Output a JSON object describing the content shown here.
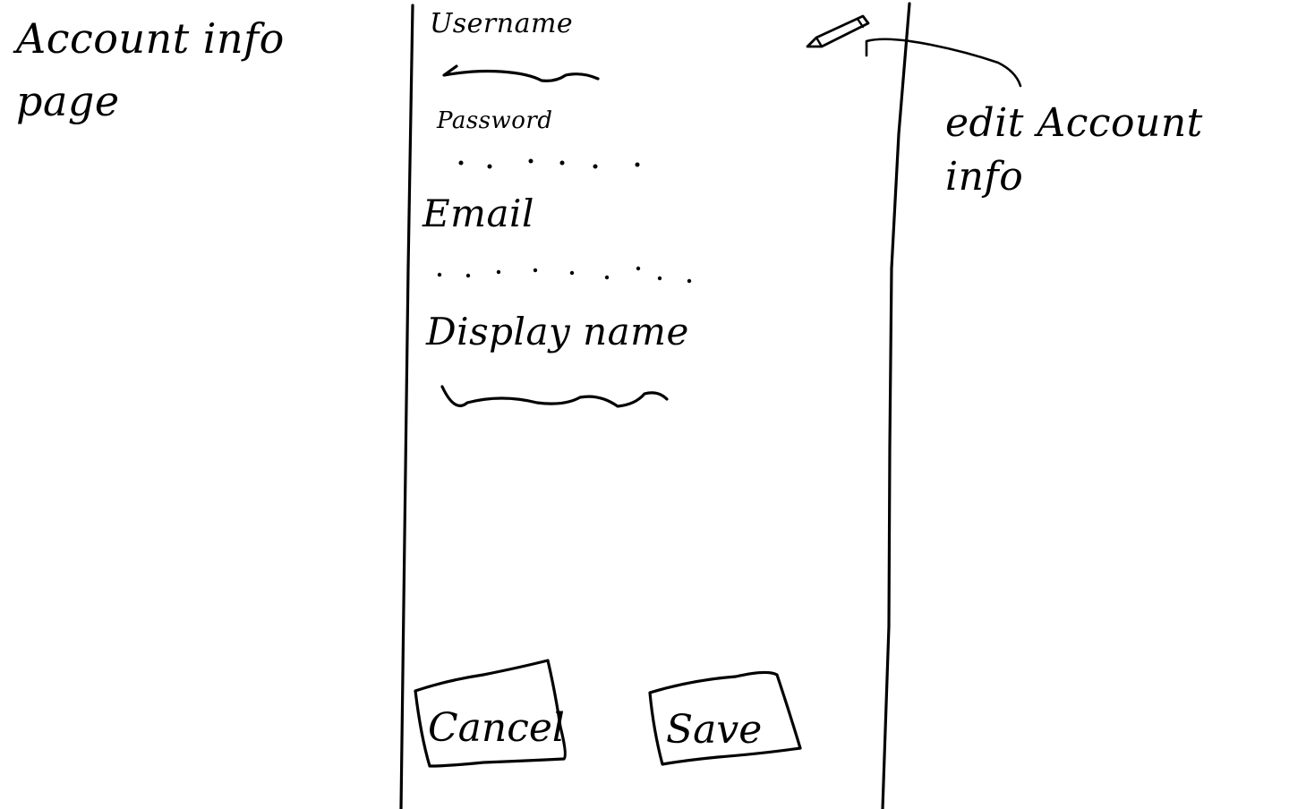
{
  "page_caption": "Account info page",
  "form": {
    "username_label": "Username",
    "password_label": "Password",
    "email_label": "Email",
    "display_name_label": "Display name"
  },
  "buttons": {
    "cancel_label": "Cancel",
    "save_label": "Save"
  },
  "annotation": {
    "edit_account_info": "edit Account info"
  },
  "icons": {
    "edit": "pencil-icon"
  },
  "colors": {
    "ink": "#000000",
    "background": "#ffffff"
  }
}
